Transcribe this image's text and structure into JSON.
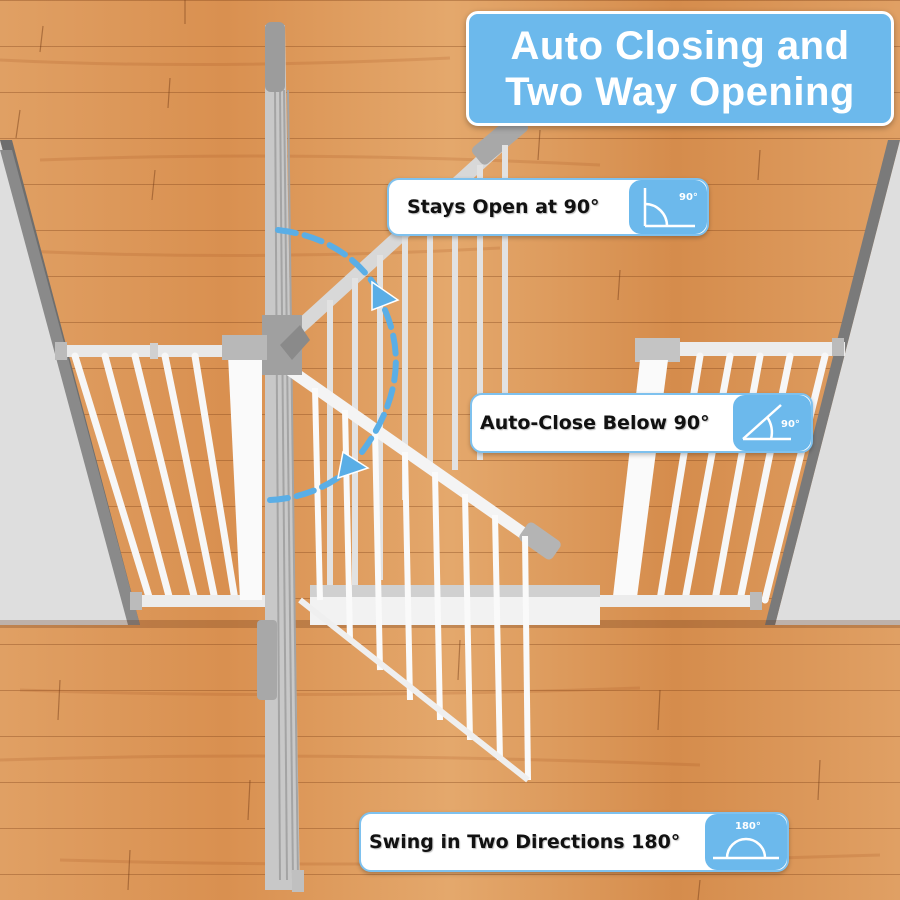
{
  "title": {
    "line1": "Auto Closing and",
    "line2": "Two Way Opening"
  },
  "callouts": [
    {
      "text": "Stays Open at 90°",
      "icon": "right-angle-icon",
      "icon_label": "90°"
    },
    {
      "text": "Auto-Close Below 90°",
      "icon": "acute-angle-icon",
      "icon_label": "90°"
    },
    {
      "text": "Swing in Two Directions 180°",
      "icon": "half-circle-angle-icon",
      "icon_label": "180°"
    }
  ],
  "colors": {
    "accent_blue": "#6cb9ec",
    "callout_border": "#7ec1ee",
    "floor_wood": "#d99050",
    "wall_gray": "#dcdcdc",
    "gate_white": "#f4f4f4",
    "gate_gray": "#b8b8b8"
  }
}
